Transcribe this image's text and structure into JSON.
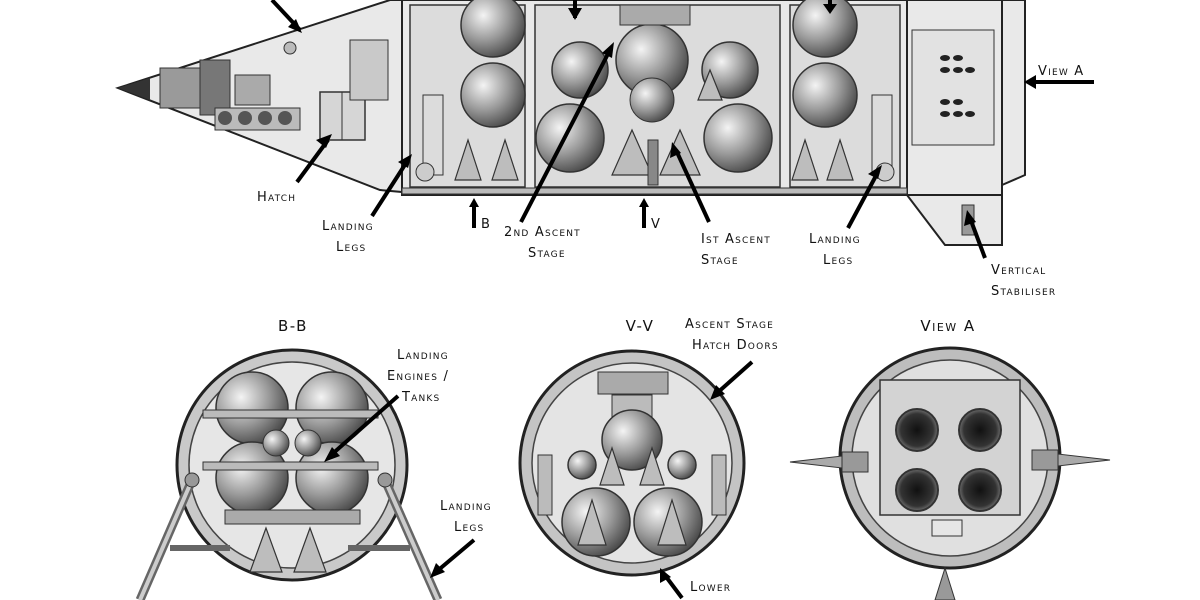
{
  "labels": {
    "hatch": "Hatch",
    "landing_legs_1": [
      "Landing",
      "Legs"
    ],
    "section_b": "B",
    "second_ascent": [
      "2nd Ascent",
      "Stage"
    ],
    "section_v": "V",
    "first_ascent": [
      "Ist Ascent",
      "Stage"
    ],
    "landing_legs_2": [
      "Landing",
      "Legs"
    ],
    "vertical_stabiliser": [
      "Vertical",
      "Stabiliser"
    ],
    "view_a_arrow": "View A",
    "landing_engines": [
      "Landing",
      "Engines /",
      "Tanks"
    ],
    "ascent_hatch_doors": [
      "Ascent Stage",
      "Hatch Doors"
    ],
    "landing_legs_3": [
      "Landing",
      "Legs"
    ],
    "lower": "Lower"
  },
  "views": {
    "bb_title": "B-B",
    "vv_title": "V-V",
    "a_title": "View A"
  },
  "colors": {
    "hull": "#e9e9e9",
    "metal_dark": "#555555",
    "ink": "#111111"
  }
}
